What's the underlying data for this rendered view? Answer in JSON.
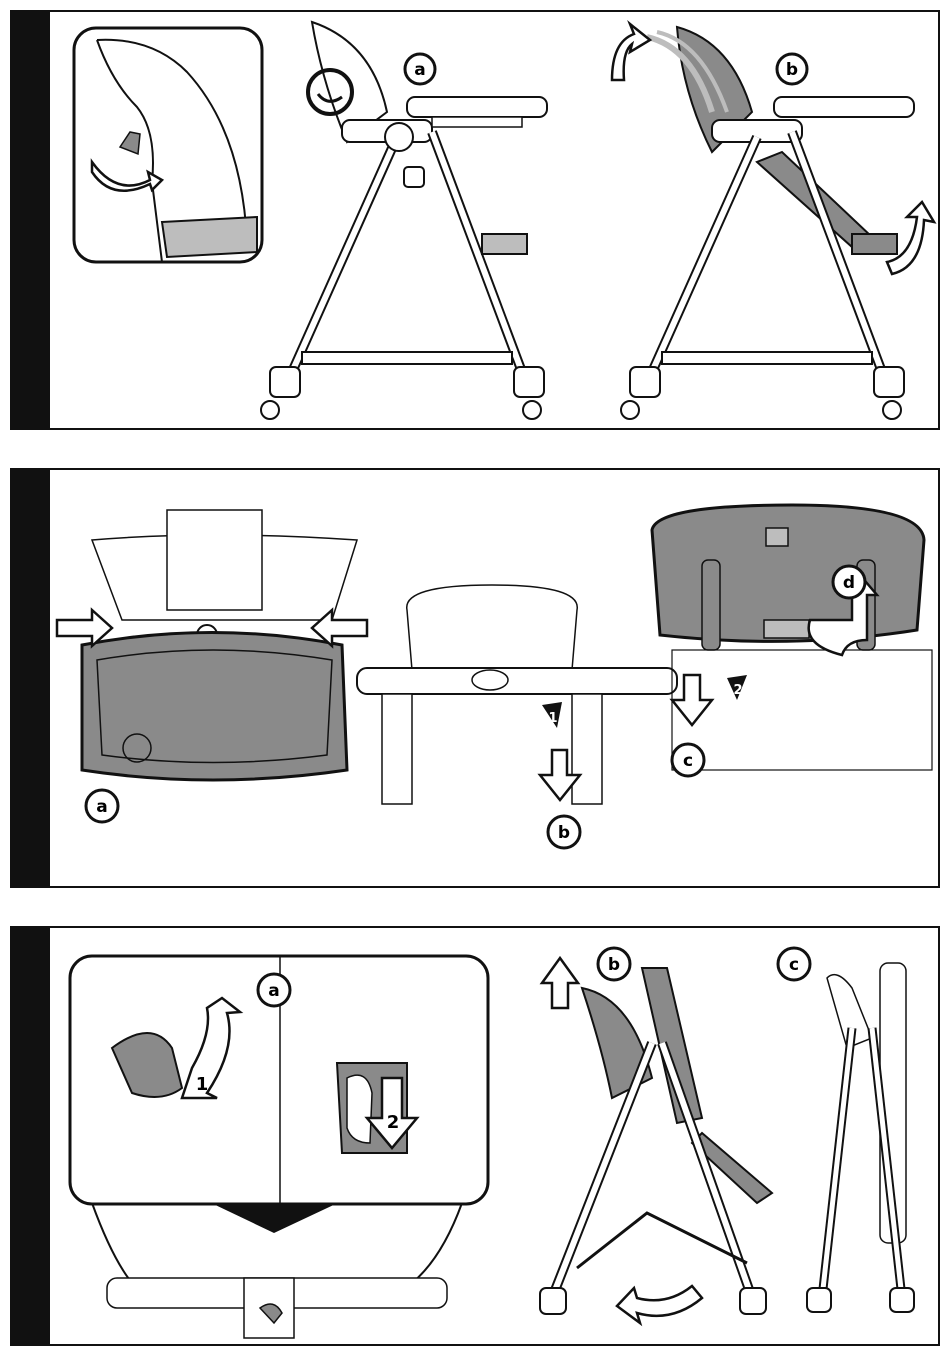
{
  "panels": [
    {
      "labels": {
        "a": "a",
        "b": "b"
      }
    },
    {
      "labels": {
        "a": "a",
        "b": "b",
        "c": "c",
        "d": "d"
      },
      "steps": {
        "s1": "1",
        "s2": "2"
      }
    },
    {
      "labels": {
        "a": "a",
        "b": "b",
        "c": "c"
      },
      "steps": {
        "s1": "1",
        "s2": "2"
      }
    }
  ],
  "colors": {
    "ink": "#111111",
    "shade": "#8a8a8a",
    "light": "#bdbdbd",
    "paper": "#ffffff"
  }
}
